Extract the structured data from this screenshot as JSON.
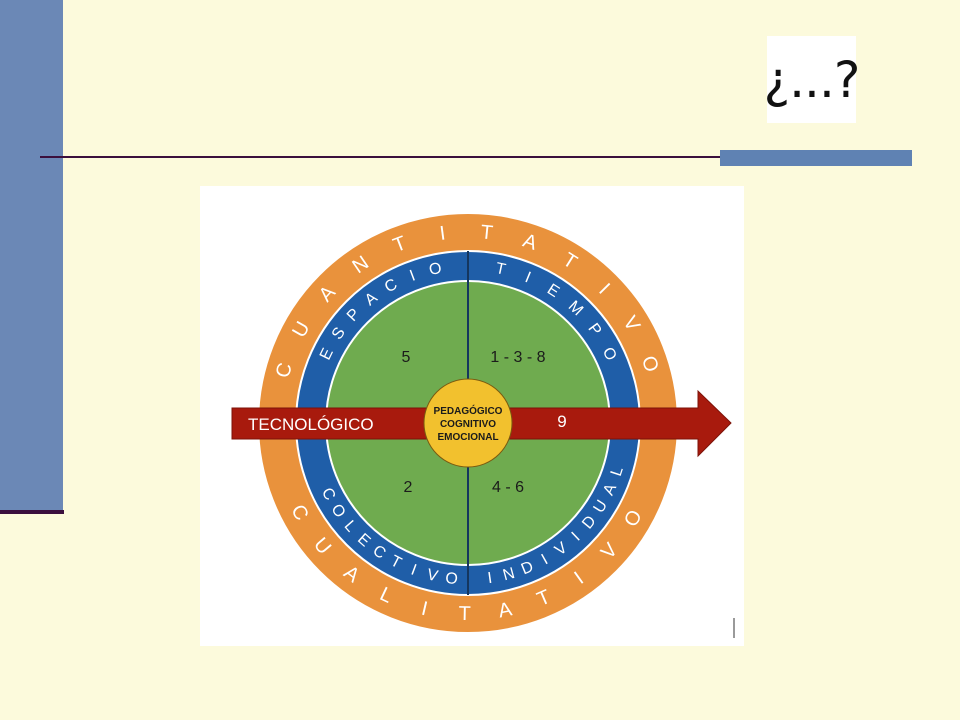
{
  "header": {
    "question_mark": "¿...?"
  },
  "diagram": {
    "outer_ring_top": "CUANTITATIVO",
    "outer_ring_bottom": "CUALITATIVO",
    "inner_ring_top_left": "ESPACIO",
    "inner_ring_top_right": "TIEMPO",
    "inner_ring_bottom_left": "COLECTIVO",
    "inner_ring_bottom_right": "INDIVIDUAL",
    "quadrant_top_left": "5",
    "quadrant_top_right": "1 - 3 - 8",
    "quadrant_bottom_left": "2",
    "quadrant_bottom_right": "4 - 6",
    "center_lines": [
      "PEDAGÓGICO",
      "COGNITIVO",
      "EMOCIONAL"
    ],
    "arrow_left_label": "TECNOLÓGICO",
    "arrow_right_label": "9",
    "colors": {
      "outer_ring": "#e9923c",
      "inner_ring": "#1f5ea8",
      "quadrants": "#6fab4f",
      "center": "#f2c12e",
      "arrow": "#a81a0d"
    }
  }
}
